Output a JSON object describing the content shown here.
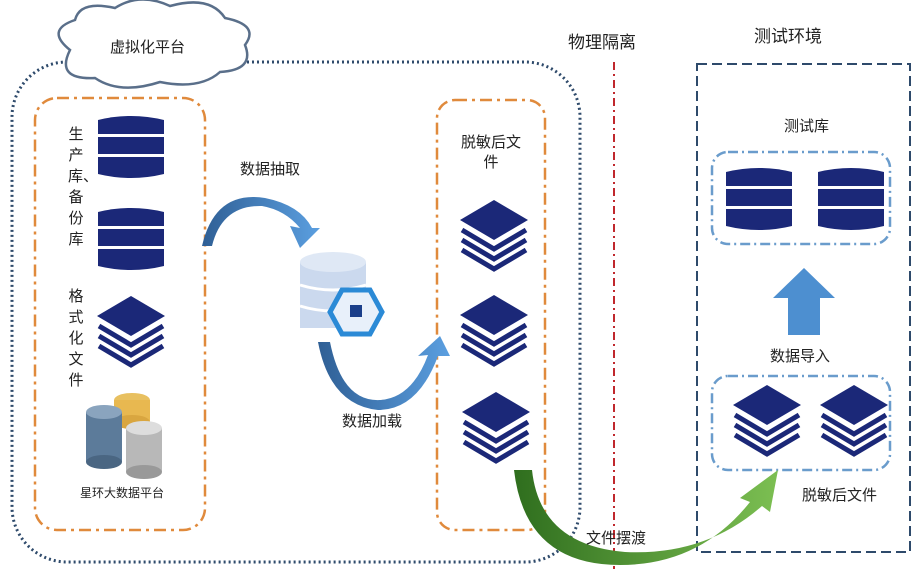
{
  "colors": {
    "navy": "#1b2878",
    "orange": "#e08a3c",
    "red": "#c0282d",
    "frame": "#2e4a6b",
    "light_blue": "#6a9ccc",
    "green": "#5a9e3a",
    "arrow_blue": "#4d8fd0"
  },
  "virtual_platform": {
    "label": "虚拟化平台"
  },
  "source": {
    "prod_backup": "生产库、备份库",
    "formatted_files": "格式化文件",
    "bigdata": "星环大数据平台"
  },
  "flows": {
    "extract": "数据抽取",
    "load": "数据加载",
    "ferry": "文件摆渡",
    "import": "数据导入"
  },
  "masked": {
    "label": "脱敏后文件"
  },
  "isolation": {
    "label": "物理隔离"
  },
  "test_env": {
    "title": "测试环境",
    "db_label": "测试库",
    "files_label": "脱敏后文件"
  },
  "icons": [
    "database-icon",
    "stack-layers-icon",
    "big-data-coins-icon",
    "masking-db-icon",
    "cloud-icon"
  ]
}
